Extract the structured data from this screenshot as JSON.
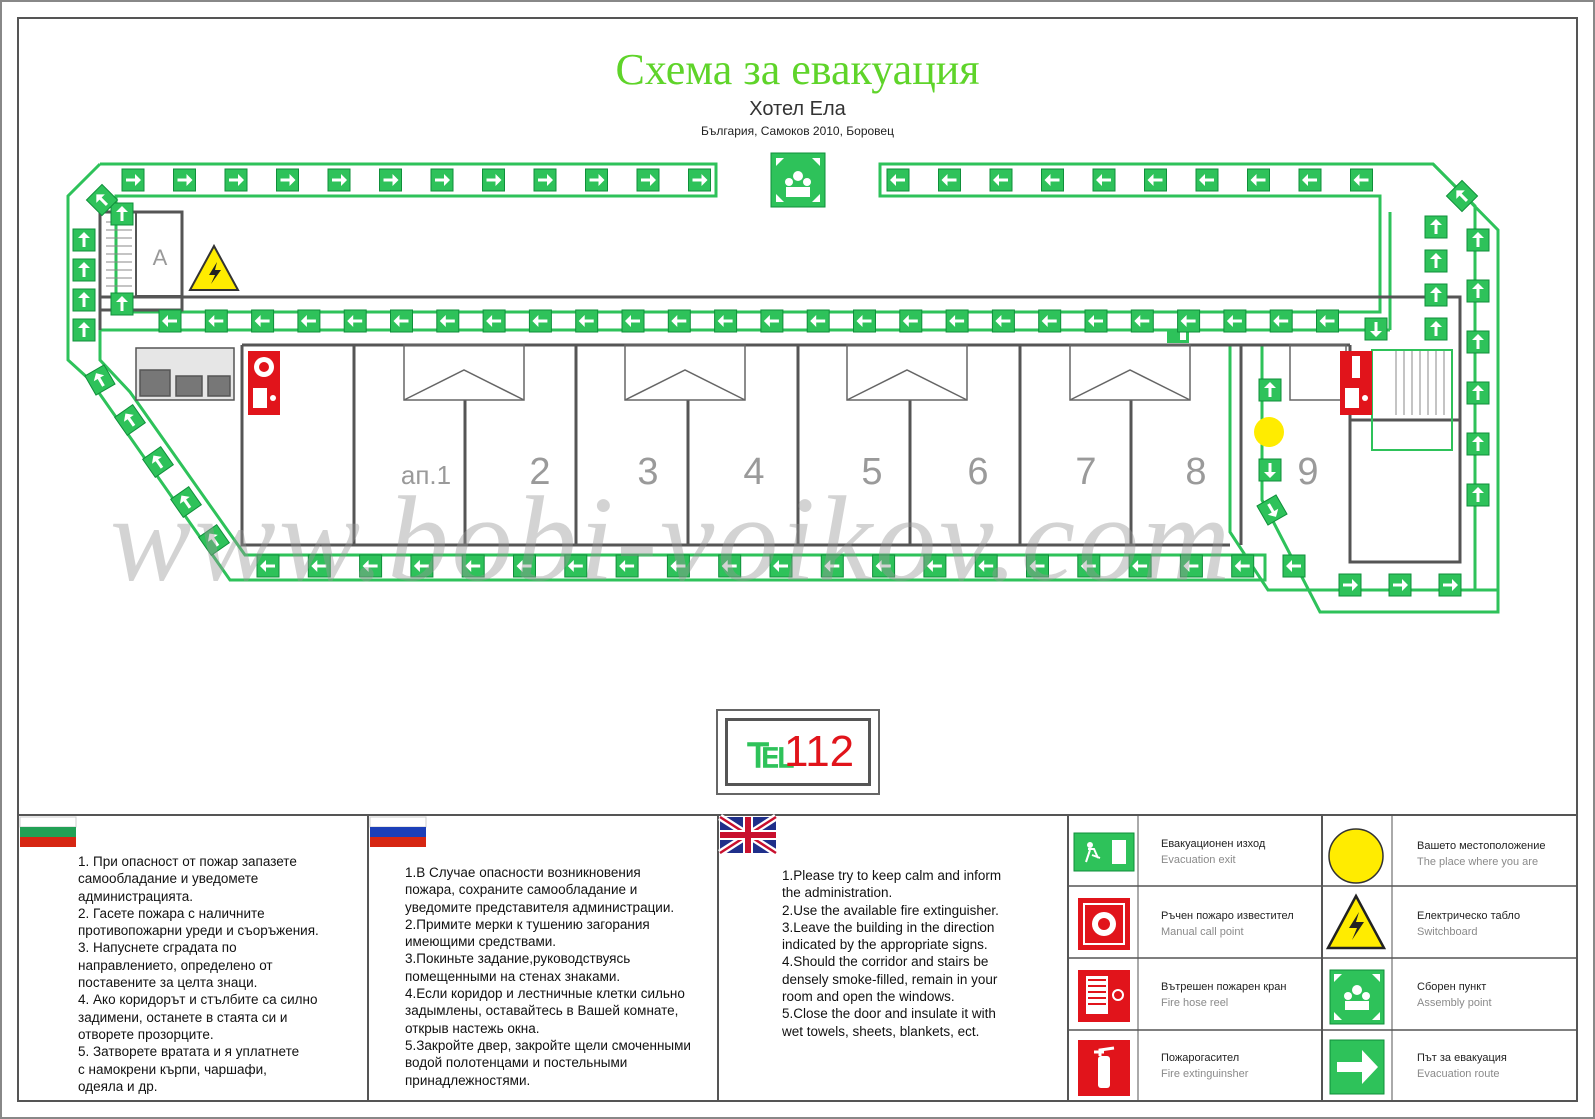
{
  "header": {
    "title": "Схема за евакуация",
    "subtitle": "Хотел Ела",
    "address": "България, Самоков 2010, Боровец"
  },
  "plan": {
    "room_labels": [
      "ап.1",
      "2",
      "3",
      "4",
      "5",
      "6",
      "7",
      "8",
      "9"
    ],
    "stair_label": "A"
  },
  "emergency": {
    "phone_number": "112"
  },
  "instructions": {
    "bulgarian": "1. При опасност от пожар запазете\nсамообладание и уведомете\nадминистрацията.\n2. Гасете пожара с наличните\n противопожарни уреди и съоръжения.\n3. Напуснете сградата по\nнаправлението, определено от\nпоставените за целта знаци.\n4. Ако коридорът и стълбите са силно\nзадимени, останете в стаята си и\nотворете прозорците.\n5. Затворете вратата и я уплатнете\nс намокрени кърпи, чаршафи,\nодеяла и др.",
    "russian": "1.В Случае опасности возникновения\n пожара, сохраните самообладание и\nуведомите представителя администрации.\n2.Примите мерки к тушению загорания\nимеющими средствами.\n3.Покиньте задание,руководствуясь\nпомещенными на стенах знаками.\n4.Если коридор и лестничные клетки сильно\nзадымлены, оставайтесь в Вашей комнате,\nоткрыв настежь окна.\n5.Закройте двер, закройте щели смоченными\nводой полотенцами и постельными\nпринадлежностями.",
    "english": "1.Please try to keep calm and inform\nthe administration.\n2.Use the available fire extinguisher.\n3.Leave the building in the direction\nindicated by the appropriate signs.\n4.Should the corridor and stairs be\ndensely smoke-filled, remain in your\nroom and open the windows.\n5.Close the door and insulate it with\nwet towels, sheets, blankets, ect."
  },
  "legend": [
    {
      "icon": "evacuation-exit-icon",
      "title": "Евакуационен изход",
      "subtitle": "Evacuation exit"
    },
    {
      "icon": "you-are-here-icon",
      "title": "Вашето местоположение",
      "subtitle": "The place where you are"
    },
    {
      "icon": "manual-call-point-icon",
      "title": "Ръчен пожаро известител",
      "subtitle": "Manual call point"
    },
    {
      "icon": "switchboard-icon",
      "title": "Електрическо табло",
      "subtitle": "Switchboard"
    },
    {
      "icon": "fire-hose-reel-icon",
      "title": "Вътрешен пожарен кран",
      "subtitle": "Fire hose reel"
    },
    {
      "icon": "assembly-point-icon",
      "title": "Сборен пункт",
      "subtitle": "Assembly point"
    },
    {
      "icon": "fire-extinguisher-icon",
      "title": "Пожарогасител",
      "subtitle": "Fire extinguinsher"
    },
    {
      "icon": "evacuation-route-icon",
      "title": "Път за евакуация",
      "subtitle": "Evacuation route"
    }
  ],
  "watermark": "www.bobi-voikov.com",
  "colors": {
    "title_green": "#5fd42a",
    "route_green": "#2ec25a",
    "fire_red": "#e1141b",
    "you_are_here_yellow": "#ffec00",
    "wall_gray": "#555555",
    "phone_red": "#e1141b"
  }
}
